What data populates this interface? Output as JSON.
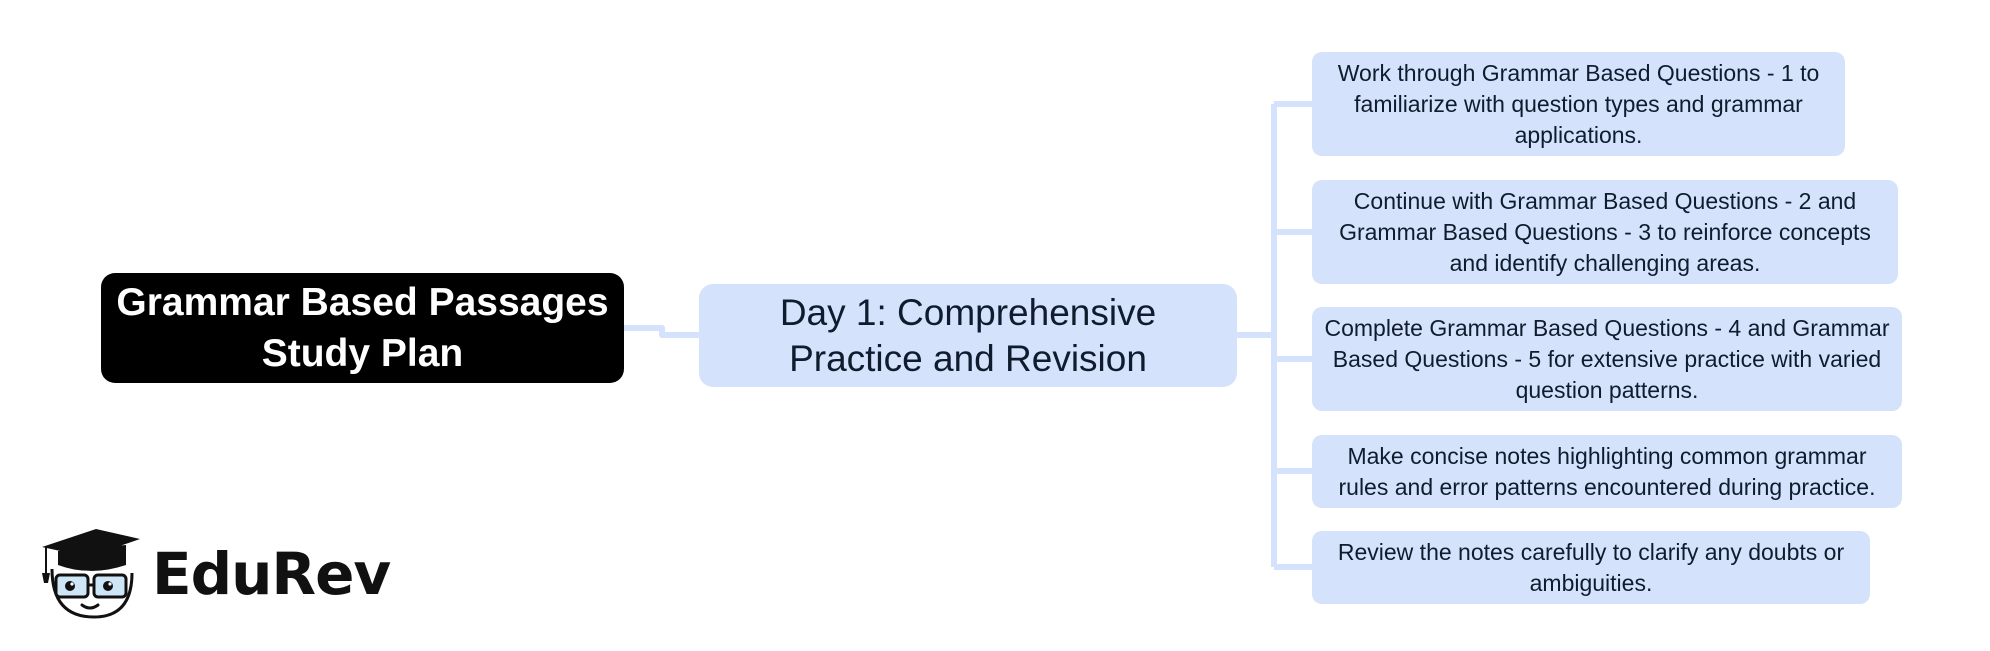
{
  "root": {
    "label": "Grammar Based Passages Study Plan"
  },
  "day": {
    "label": "Day 1: Comprehensive Practice and Revision"
  },
  "tasks": [
    "Work through Grammar Based Questions - 1 to familiarize with question types and grammar applications.",
    "Continue with Grammar Based Questions - 2 and Grammar Based Questions - 3 to reinforce concepts and identify challenging areas.",
    "Complete Grammar Based Questions - 4 and Grammar Based Questions - 5 for extensive practice with varied question patterns.",
    "Make concise notes highlighting common grammar rules and error patterns encountered during practice.",
    "Review the notes carefully to clarify any doubts or ambiguities."
  ],
  "logo": {
    "text": "EduRev",
    "icon": "graduation-cap-mascot-icon"
  },
  "colors": {
    "root_bg": "#000000",
    "node_bg": "#d4e2fc",
    "connector": "#d4e2fc",
    "text_dark": "#0f1c2e"
  }
}
